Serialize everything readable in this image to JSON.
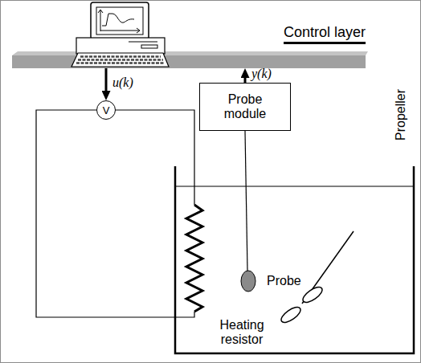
{
  "diagram": {
    "nodes": [
      {
        "text": [
          "Control layer"
        ]
      },
      {
        "text": [
          "V"
        ]
      },
      {
        "text": [
          "Probe module"
        ]
      }
    ],
    "edges": [
      {
        "from": 0,
        "to": 1,
        "arrow": "to",
        "label": "u(k)"
      },
      {
        "from": 2,
        "to": 0,
        "arrow": "to",
        "label": "y(k)"
      }
    ],
    "labels": [
      "Probe",
      "Heating resistor",
      "Propeller"
    ]
  }
}
